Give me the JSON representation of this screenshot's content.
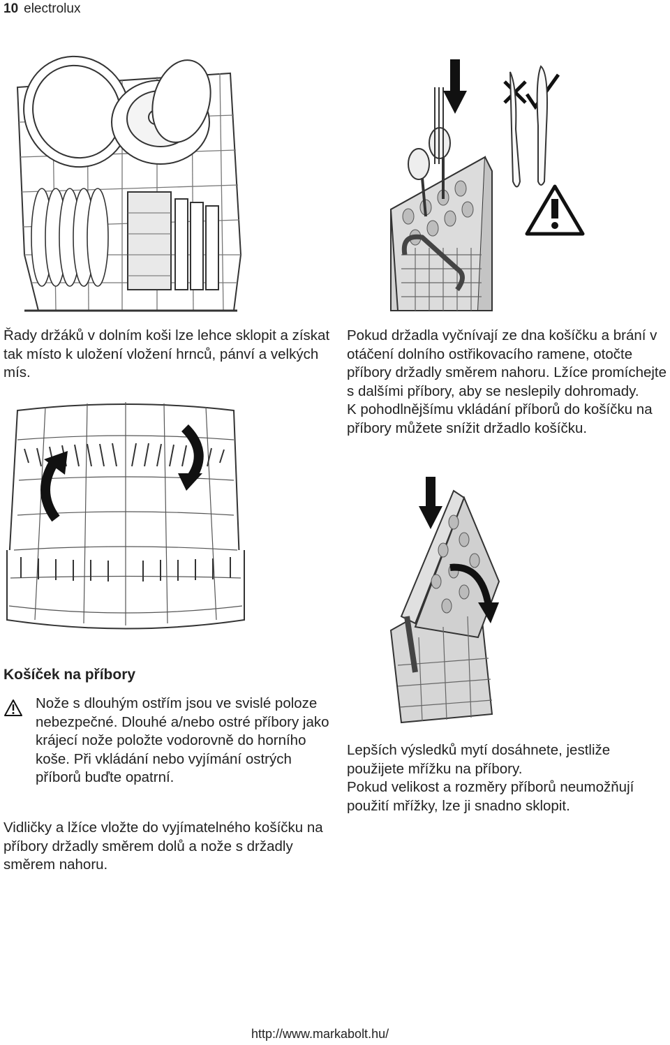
{
  "header": {
    "page_number": "10",
    "brand": "electrolux"
  },
  "captions": {
    "lower_basket": "Řady držáků v dolním koši lze lehce sklopit a získat tak místo k uložení vložení hrnců, pánví a velkých mís.",
    "cutlery_handles": [
      "Pokud držadla vyčnívají ze dna košíčku a brání v otáčení dolního ostřikovacího ramene, otočte příbory držadly směrem nahoru. Lžíce promíchejte s dalšími příbory, aby se neslepily dohromady.",
      "K pohodlnějšímu vkládání příborů do košíčku na příbory můžete snížit držadlo košíčku."
    ],
    "grid": [
      "Lepších výsledků mytí dosáhnete, jestliže použijete mřížku na příbory.",
      "Pokud velikost a rozměry příborů neumožňují použití mřížky, lze ji snadno sklopit."
    ]
  },
  "section": {
    "title": "Košíček na příbory",
    "warning": "Nože s dlouhým ostřím jsou ve svislé poloze nebezpečné. Dlouhé a/nebo ostré příbory jako krájecí nože položte vodorovně do horního koše. Při vkládání nebo vyjímání ostrých příborů buďte opatrní.",
    "instructions": "Vidličky a lžíce vložte do vyjímatelného košíčku na příbory držadly směrem dolů a nože s držadly směrem nahoru."
  },
  "footer": {
    "url": "http://www.markabolt.hu/"
  },
  "icons": [
    "warning-triangle-icon",
    "cross-mark-icon",
    "check-mark-icon",
    "arrow-down-icon",
    "rotate-arrow-icon"
  ]
}
